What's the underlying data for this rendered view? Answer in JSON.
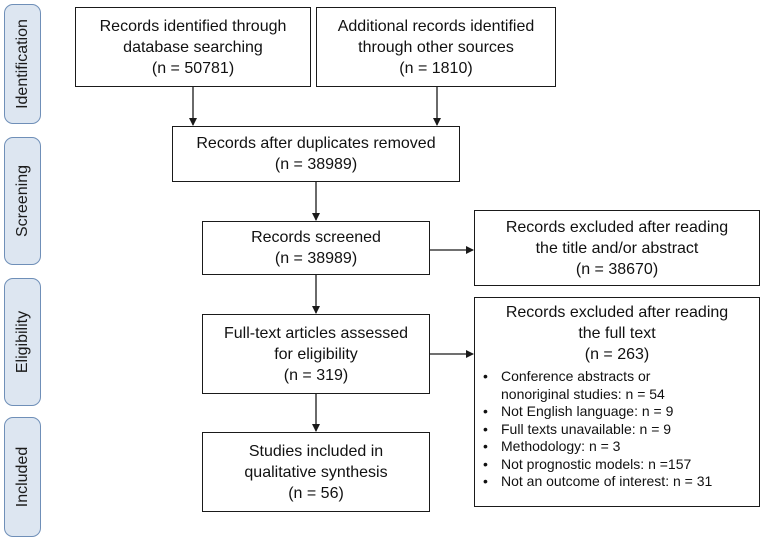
{
  "phases": {
    "identification": "Identification",
    "screening": "Screening",
    "eligibility": "Eligibility",
    "included": "Included"
  },
  "boxes": {
    "database": {
      "lines": [
        "Records identified through",
        "database searching",
        "(n = 50781)"
      ]
    },
    "other_sources": {
      "lines": [
        "Additional records identified",
        "through other sources",
        "(n = 1810)"
      ]
    },
    "duplicates_removed": {
      "lines": [
        "Records after duplicates removed",
        "(n = 38989)"
      ]
    },
    "screened": {
      "lines": [
        "Records screened",
        "(n = 38989)"
      ]
    },
    "excluded_abstract": {
      "lines": [
        "Records excluded after reading",
        "the title and/or abstract",
        "(n = 38670)"
      ]
    },
    "fulltext_assessed": {
      "lines": [
        "Full-text articles assessed",
        "for eligibility",
        "(n = 319)"
      ]
    },
    "excluded_fulltext": {
      "lines": [
        "Records excluded after reading",
        "the full text",
        "(n = 263)"
      ],
      "reasons": [
        [
          "Conference abstracts or",
          "nonoriginal studies: n = 54"
        ],
        [
          "Not English language: n = 9"
        ],
        [
          "Full texts unavailable: n = 9"
        ],
        [
          "Methodology: n = 3"
        ],
        [
          "Not prognostic models: n =157"
        ],
        [
          "Not an outcome of interest: n = 31"
        ]
      ]
    },
    "included": {
      "lines": [
        "Studies included in",
        "qualitative synthesis",
        "(n = 56)"
      ]
    }
  }
}
